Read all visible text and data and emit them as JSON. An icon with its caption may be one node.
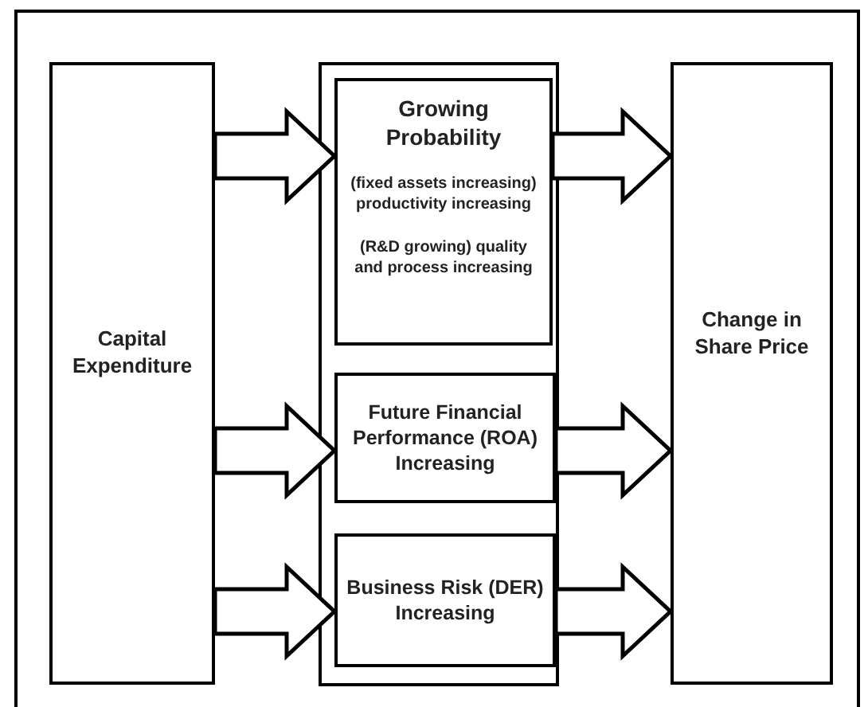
{
  "diagram": {
    "nodes": [
      {
        "text": [
          "Capital Expenditure"
        ]
      },
      {
        "text": [],
        "shape": "box"
      },
      {
        "text": [
          "Growing Probability",
          "(fixed assets increasing) productivity increasing",
          "(R&D growing) quality and process increasing"
        ],
        "in": 1
      },
      {
        "text": [
          "Future Financial Performance (ROA) Increasing"
        ],
        "in": 1
      },
      {
        "text": [
          "Business Risk (DER) Increasing"
        ],
        "in": 1
      },
      {
        "text": [
          "Change in Share Price"
        ]
      }
    ],
    "edges": [
      {
        "from": 0,
        "to": 2,
        "arrow": "to"
      },
      {
        "from": 2,
        "to": 5,
        "arrow": "to"
      },
      {
        "from": 0,
        "to": 3,
        "arrow": "to"
      },
      {
        "from": 3,
        "to": 5,
        "arrow": "to"
      },
      {
        "from": 0,
        "to": 4,
        "arrow": "to"
      },
      {
        "from": 4,
        "to": 5,
        "arrow": "to"
      }
    ]
  }
}
